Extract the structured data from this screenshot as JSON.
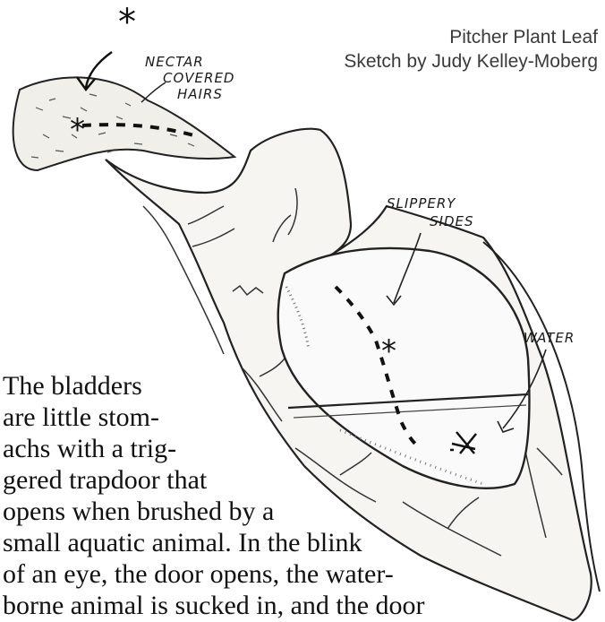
{
  "caption": {
    "title": "Pitcher Plant Leaf",
    "credit": "Sketch by Judy Kelley-Moberg"
  },
  "annotations": {
    "asterisk": "*",
    "nectar_line1": "NECTAR",
    "nectar_line2": "COVERED",
    "nectar_line3": "HAIRS",
    "slippery_line1": "SLIPPERY",
    "slippery_line2": "SIDES",
    "water": "WATER"
  },
  "body_text": {
    "lines": [
      "The   bladders",
      "are little stom-",
      "achs with a trig-",
      "gered trapdoor that",
      "opens when brushed by a",
      "small aquatic animal. In the blink",
      "of an eye, the door opens, the water-",
      "borne animal is sucked in, and the door"
    ]
  }
}
